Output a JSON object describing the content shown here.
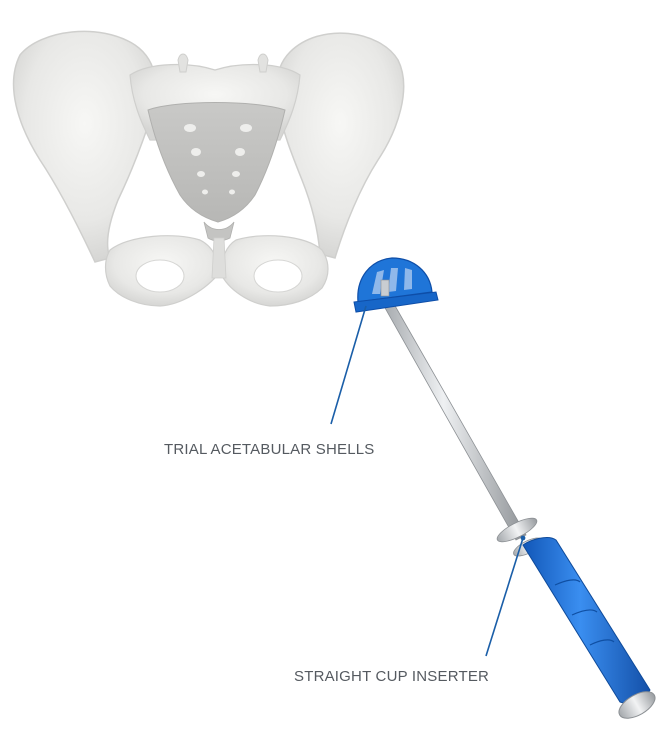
{
  "labels": {
    "trial_shells": "TRIAL ACETABULAR SHELLS",
    "cup_inserter": "STRAIGHT CUP INSERTER"
  },
  "colors": {
    "accent_blue": "#1f75d8",
    "callout_line": "#1a5ea8",
    "bone": "#ececea",
    "label_text": "#555a60"
  },
  "icons": [
    "pelvis-illustration",
    "trial-shell-icon",
    "cup-inserter-icon"
  ]
}
